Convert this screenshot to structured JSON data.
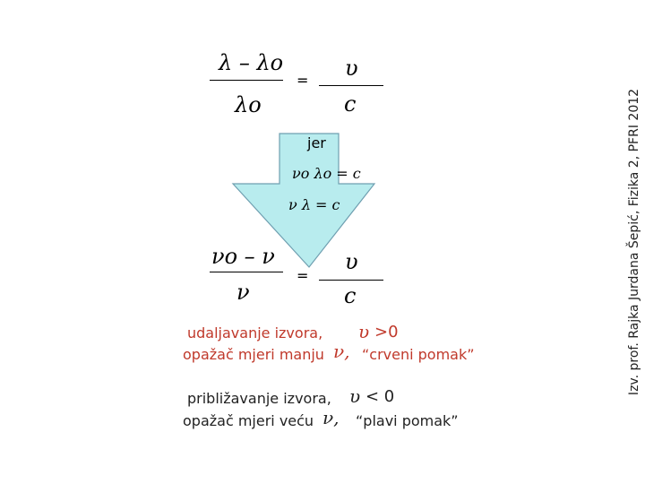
{
  "formula1": {
    "numerator": "λ – λo",
    "denominator": "λo",
    "equals": "=",
    "rhs_numerator": "υ",
    "rhs_denominator": "c"
  },
  "arrow": {
    "label": "jer",
    "relation1": "νo λo = c",
    "relation2": "ν λ  = c",
    "fill_color": "#b8ecee",
    "stroke_color": "#6f9fb0"
  },
  "formula2": {
    "numerator": "νo – ν",
    "denominator": "ν",
    "equals": "=",
    "rhs_numerator": "υ",
    "rhs_denominator": "c"
  },
  "case_away": {
    "line1": "udaljavanje izvora,",
    "symbol1": "υ",
    "condition": ">0",
    "line2": "opažač mjeri manju",
    "symbol2": "ν,",
    "shift": "“crveni pomak”",
    "color": "#c0392b"
  },
  "case_toward": {
    "line1": "približavanje izvora,",
    "symbol1": "υ",
    "condition": "< 0",
    "line2": "opažač mjeri veću",
    "symbol2": "ν,",
    "shift": "“plavi pomak”"
  },
  "credit": "Izv. prof. Rajka Jurdana Šepić, Fizika 2, PFRI 2012"
}
